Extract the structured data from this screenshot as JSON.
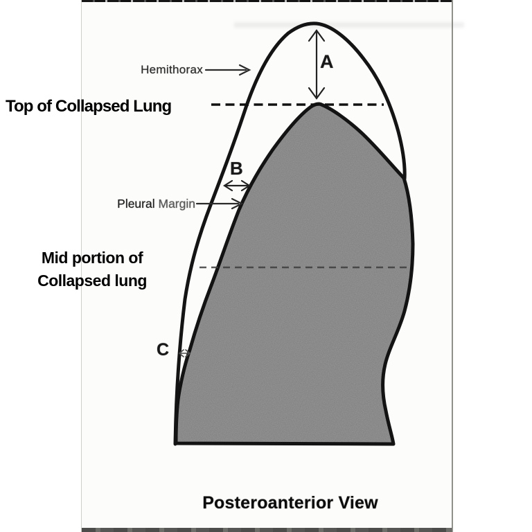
{
  "figure": {
    "overlay_labels": {
      "top_of_collapsed_lung": "Top of Collapsed Lung",
      "mid_portion_line1": "Mid portion of",
      "mid_portion_line2": "Collapsed lung"
    },
    "scan_labels": {
      "hemithorax": "Hemithorax",
      "pleural_margin_word1": "Pleural",
      "pleural_margin_word2": "Margin",
      "measure_a": "A",
      "measure_b": "B",
      "measure_c": "C",
      "caption": "Posteroanterior View"
    },
    "colors": {
      "lung_fill": "#9a9a9a",
      "outline": "#141414",
      "dashed_top_line": "#111111",
      "dashed_mid_line": "#3d3d3d",
      "overlay_text": "#000000",
      "scan_text_dark": "#1c1c1c",
      "scan_text_gray": "#5a5a5a",
      "page_background": "#fcfcfa"
    }
  }
}
